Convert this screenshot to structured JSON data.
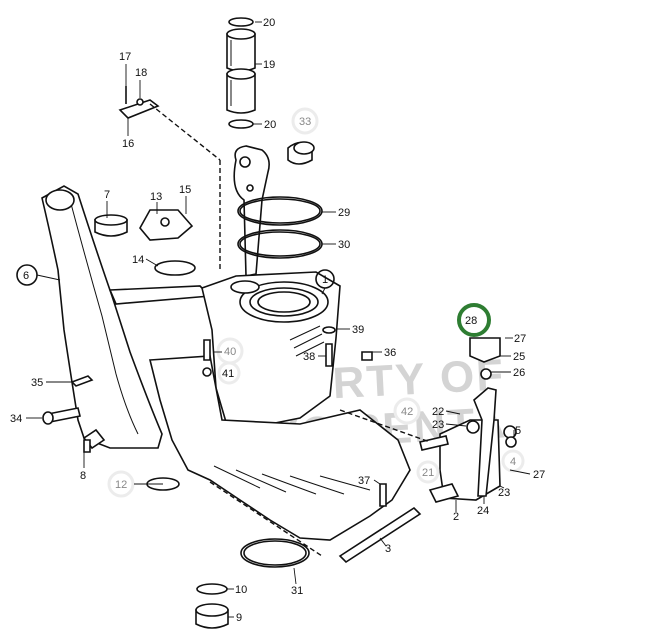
{
  "watermark": [
    "PROPERTY OF",
    "VOLVO PENTA"
  ],
  "highlight_color": "#2e7d32",
  "callouts": {
    "c1": "1",
    "c2": "2",
    "c3": "3",
    "c4": "4",
    "c5": "5",
    "c6": "6",
    "c7": "7",
    "c8": "8",
    "c9": "9",
    "c10": "10",
    "c12": "12",
    "c13": "13",
    "c14": "14",
    "c15": "15",
    "c16": "16",
    "c17": "17",
    "c18": "18",
    "c19": "19",
    "c20a": "20",
    "c20b": "20",
    "c21": "21",
    "c22": "22",
    "c23a": "23",
    "c23b": "23",
    "c24": "24",
    "c25": "25",
    "c26": "26",
    "c27a": "27",
    "c27b": "27",
    "c28": "28",
    "c29": "29",
    "c30": "30",
    "c31": "31",
    "c33": "33",
    "c34": "34",
    "c35": "35",
    "c36": "36",
    "c37": "37",
    "c38": "38",
    "c39": "39",
    "c40": "40",
    "c41": "41",
    "c42": "42"
  }
}
